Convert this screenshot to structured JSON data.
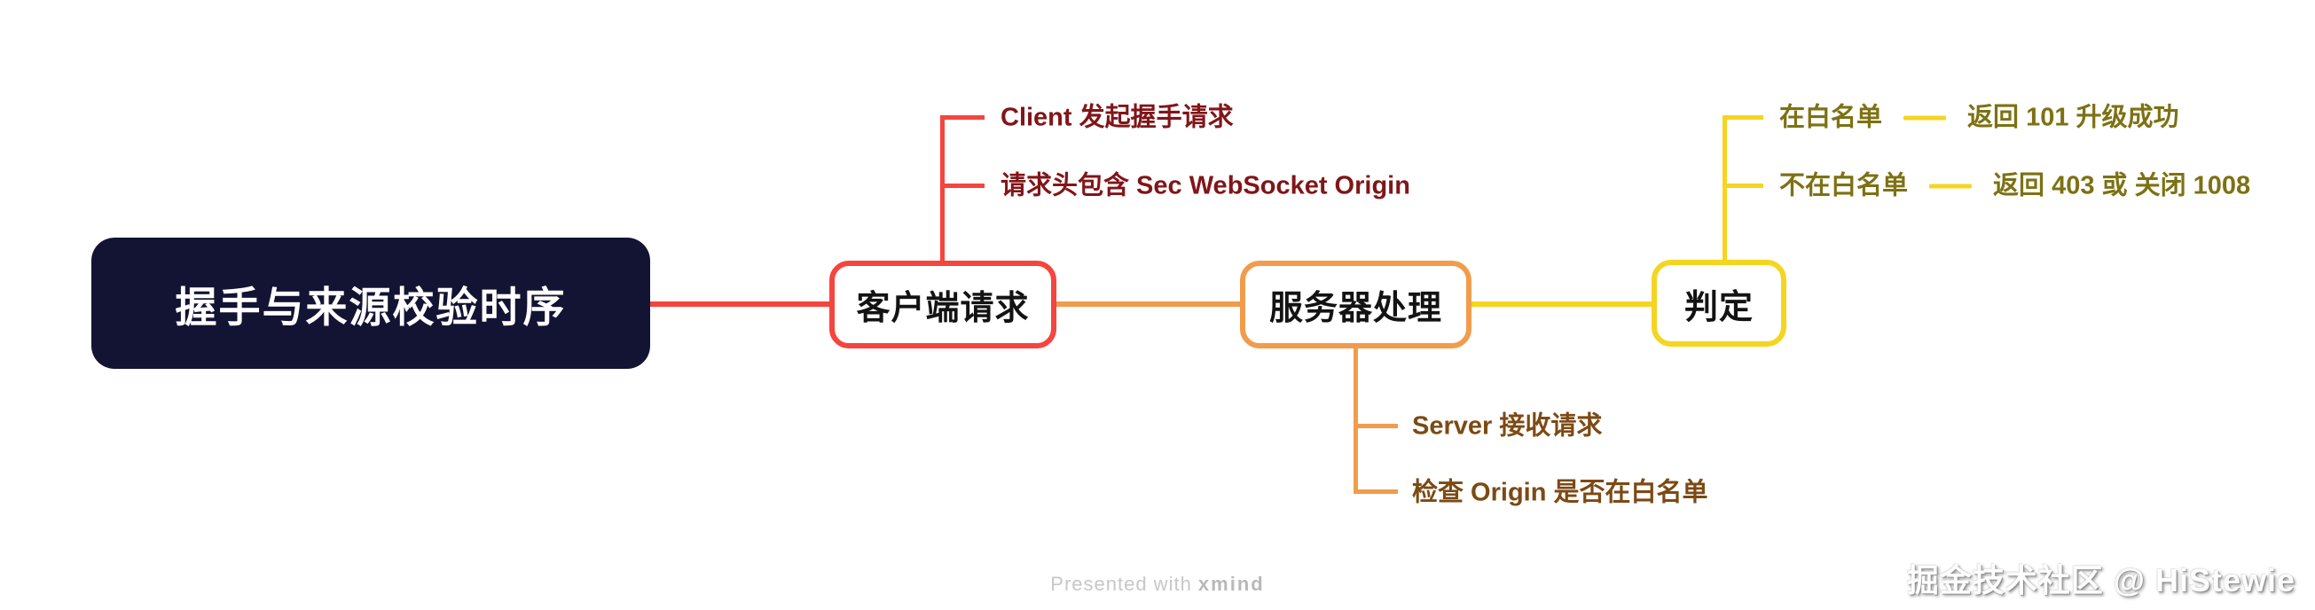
{
  "root": {
    "label": "握手与来源校验时序"
  },
  "branches": [
    {
      "label": "客户端请求",
      "children": [
        {
          "label": "Client 发起握手请求"
        },
        {
          "label": "请求头包含 Sec WebSocket Origin"
        }
      ]
    },
    {
      "label": "服务器处理",
      "children": [
        {
          "label": "Server 接收请求"
        },
        {
          "label": "检查 Origin 是否在白名单"
        }
      ]
    },
    {
      "label": "判定",
      "children": [
        {
          "label": "在白名单",
          "result": "返回 101 升级成功"
        },
        {
          "label": "不在白名单",
          "result": "返回 403 或 关闭 1008"
        }
      ]
    }
  ],
  "footer": {
    "presented_with": "Presented with ",
    "brand": "xmind"
  },
  "watermark": "掘金技术社区 @ HiStewie",
  "colors": {
    "branch_red": "#F4453E",
    "branch_orange": "#F19C4C",
    "branch_yellow": "#F5D51F",
    "child_text_red": "#811518",
    "child_text_brown": "#7C4A14",
    "child_text_olive": "#7D7113",
    "root_background": "#131334",
    "root_text": "#FFFFFF",
    "footer_text": "#C7C7C7"
  }
}
